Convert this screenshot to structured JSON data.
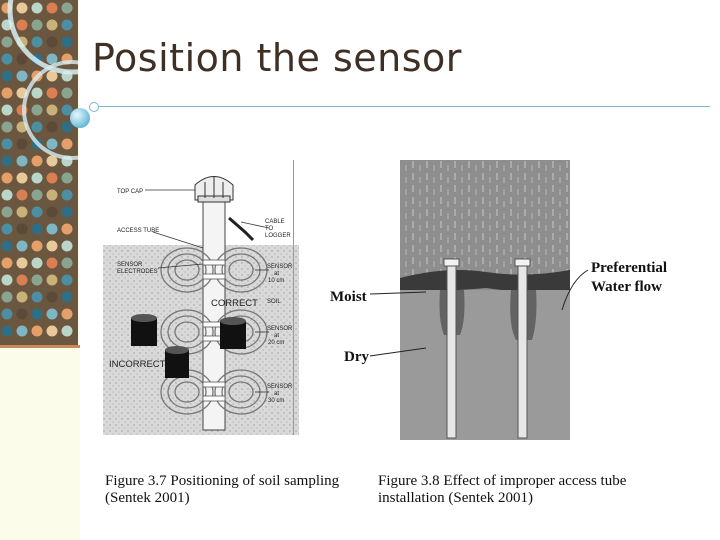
{
  "slide": {
    "title": "Position the sensor",
    "colors": {
      "title_text": "#3f2f24",
      "accent_rule": "#7fb6cc",
      "left_band": "#fbfcea",
      "panel": "#6b5640"
    }
  },
  "figure1": {
    "labels": {
      "top_cap": "TOP CAP",
      "access_tube": "ACCESS TUBE",
      "sensor_electrodes_line1": "SENSOR",
      "sensor_electrodes_line2": "ELECTRODES",
      "cable_line1": "CABLE",
      "cable_line2": "TO",
      "cable_line3": "LOGGER",
      "correct": "CORRECT",
      "soil": "SOIL",
      "incorrect": "INCORRECT",
      "sensor_10_line1": "SENSOR",
      "sensor_10_line2": "at",
      "sensor_10_line3": "10 cm",
      "sensor_20_line1": "SENSOR",
      "sensor_20_line2": "at",
      "sensor_20_line3": "20 cm",
      "sensor_30_line1": "SENSOR",
      "sensor_30_line2": "at",
      "sensor_30_line3": "30 cm"
    },
    "caption_line1": "Figure 3.7 Positioning of soil sampling",
    "caption_line2": "(Sentek 2001)"
  },
  "figure2": {
    "labels": {
      "moist": "Moist",
      "dry": "Dry",
      "preferential_line1": "Preferential",
      "preferential_line2": "Water flow"
    },
    "caption_line1": "Figure 3.8 Effect of improper access tube",
    "caption_line2": "installation (Sentek 2001)"
  }
}
